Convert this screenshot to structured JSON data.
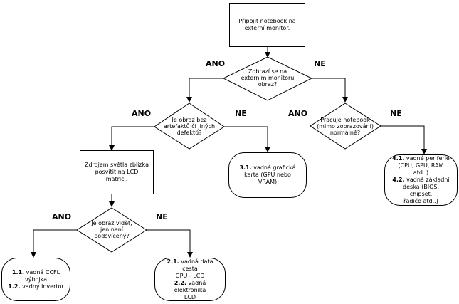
{
  "labels": {
    "yes": "ANO",
    "no": "NE"
  },
  "start": {
    "text": "Připojit notebook na externí monitor."
  },
  "decisions": {
    "d1": [
      "Zobrazí se na",
      "externím monitoru",
      "obraz?"
    ],
    "d2": [
      "Je obraz bez",
      "artefaktů či jiných",
      "defektů?"
    ],
    "d3": [
      "Pracuje notebook",
      "(mimo zobrazování)",
      "normálně?"
    ],
    "d4": [
      "Je obraz vidět,",
      "jen není",
      "podsvícený?"
    ]
  },
  "lcd_box": {
    "text": "Zdrojem světla zblízka posvítit na LCD matrici."
  },
  "results": {
    "r11": {
      "n1": "1.1.",
      "t1": "vadná CCFL",
      "t1b": "výbojka",
      "n2": "1.2.",
      "t2": "vadný invertor"
    },
    "r21": {
      "n1": "2.1.",
      "t1": "vadná data cesta",
      "t1b": "GPU - LCD",
      "n2": "2.2.",
      "t2": "vadná elektronika",
      "t2b": "LCD"
    },
    "r31": {
      "n1": "3.1.",
      "t1": "vadná grafická",
      "t1b": "karta (GPU nebo VRAM)"
    },
    "r41": {
      "n1": "4.1.",
      "t1": "vadné periferie",
      "t1b": "(CPU, GPU, RAM atd..)",
      "n2": "4.2.",
      "t2": "vadná základní",
      "t2b": "deska (BIOS, chipset,",
      "t2c": "řadiče atd..)"
    }
  }
}
